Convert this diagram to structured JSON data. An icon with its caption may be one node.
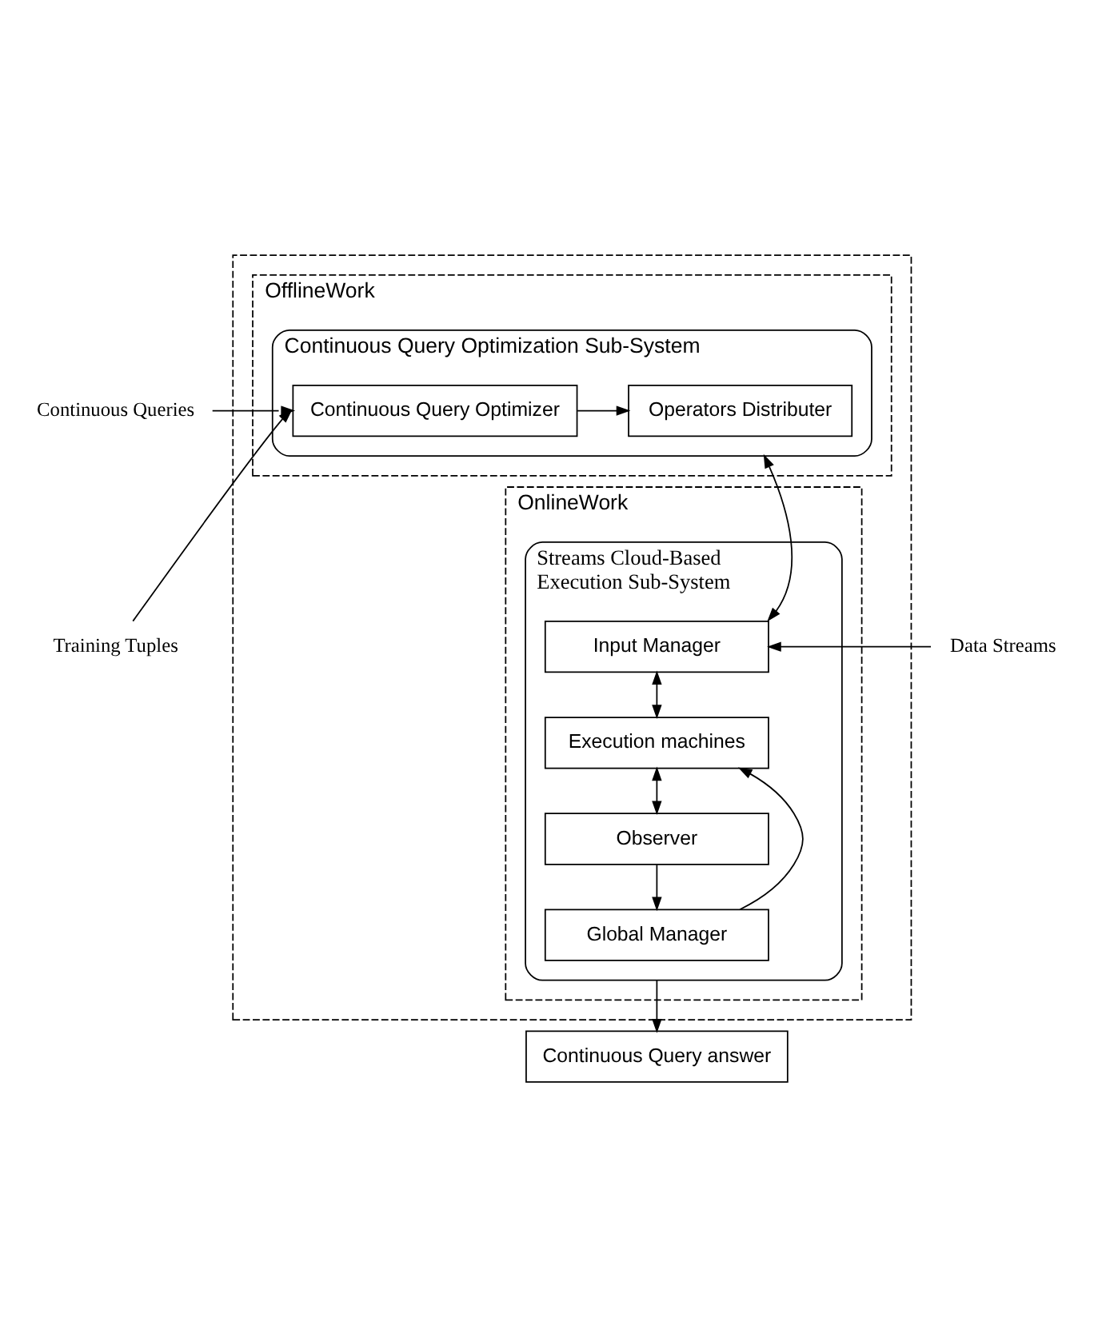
{
  "diagram": {
    "nodes": [
      {
        "text": [],
        "shape": "box"
      },
      {
        "text": [
          "OfflineWork"
        ],
        "in": 0
      },
      {
        "text": [
          "Continuous Query Optimization Sub-System"
        ],
        "in": 1
      },
      {
        "text": [
          "Continuous Query Optimizer"
        ],
        "in": 2
      },
      {
        "text": [
          "Operators Distributer"
        ],
        "in": 2
      },
      {
        "text": [
          "OnlineWork"
        ],
        "in": 0
      },
      {
        "text": [
          "Streams Cloud-Based Execution Sub-System"
        ],
        "in": 5
      },
      {
        "text": [
          "Input Manager"
        ],
        "in": 6
      },
      {
        "text": [
          "Execution machines"
        ],
        "in": 6
      },
      {
        "text": [
          "Observer"
        ],
        "in": 6
      },
      {
        "text": [
          "Global Manager"
        ],
        "in": 6
      },
      {
        "text": [
          "Continuous Query answer"
        ]
      },
      {
        "text": [
          "Continuous Queries"
        ]
      },
      {
        "text": [
          "Training Tuples"
        ]
      },
      {
        "text": [
          "Data Streams"
        ]
      }
    ],
    "edges": [
      {
        "from": 12,
        "to": 3,
        "arrow": "to"
      },
      {
        "from": 13,
        "to": 3,
        "arrow": "to"
      },
      {
        "from": 3,
        "to": 4,
        "arrow": "to"
      },
      {
        "from": 2,
        "to": 7,
        "arrow": "both"
      },
      {
        "from": 14,
        "to": 7,
        "arrow": "to"
      },
      {
        "from": 7,
        "to": 8,
        "arrow": "both"
      },
      {
        "from": 8,
        "to": 9,
        "arrow": "both"
      },
      {
        "from": 9,
        "to": 10,
        "arrow": "to"
      },
      {
        "from": 10,
        "to": 8,
        "arrow": "to"
      },
      {
        "from": 6,
        "to": 11,
        "arrow": "to"
      }
    ]
  }
}
